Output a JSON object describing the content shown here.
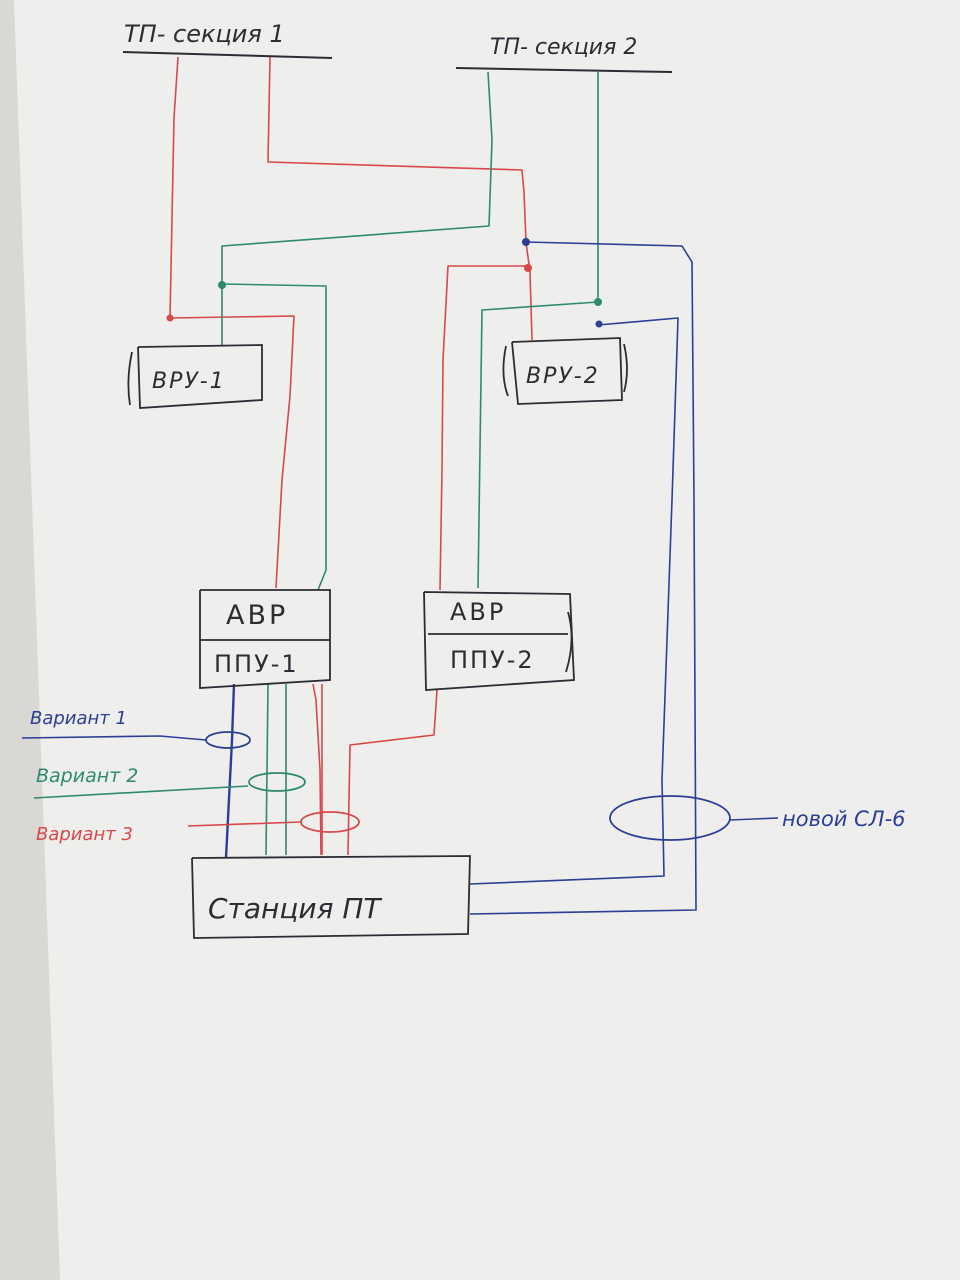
{
  "colors": {
    "paper": "#eeeeec",
    "ink": "#2c2c34",
    "red": "#d8484a",
    "green": "#2e8a6e",
    "blue": "#2c3e96"
  },
  "labels": {
    "tp_section_1": "ТП- секция 1",
    "tp_section_2": "ТП- секция 2",
    "vru_1": "ВРУ-1",
    "vru_2": "ВРУ-2",
    "avr_1": "АВР",
    "ppu_1": "ППУ-1",
    "avr_2": "АВР",
    "ppu_2": "ППУ-2",
    "station": "Станция ПТ",
    "variant_1": "Вариант 1",
    "variant_2": "Вариант 2",
    "variant_3": "Вариант 3",
    "new_cable": "новой СЛ-6"
  }
}
